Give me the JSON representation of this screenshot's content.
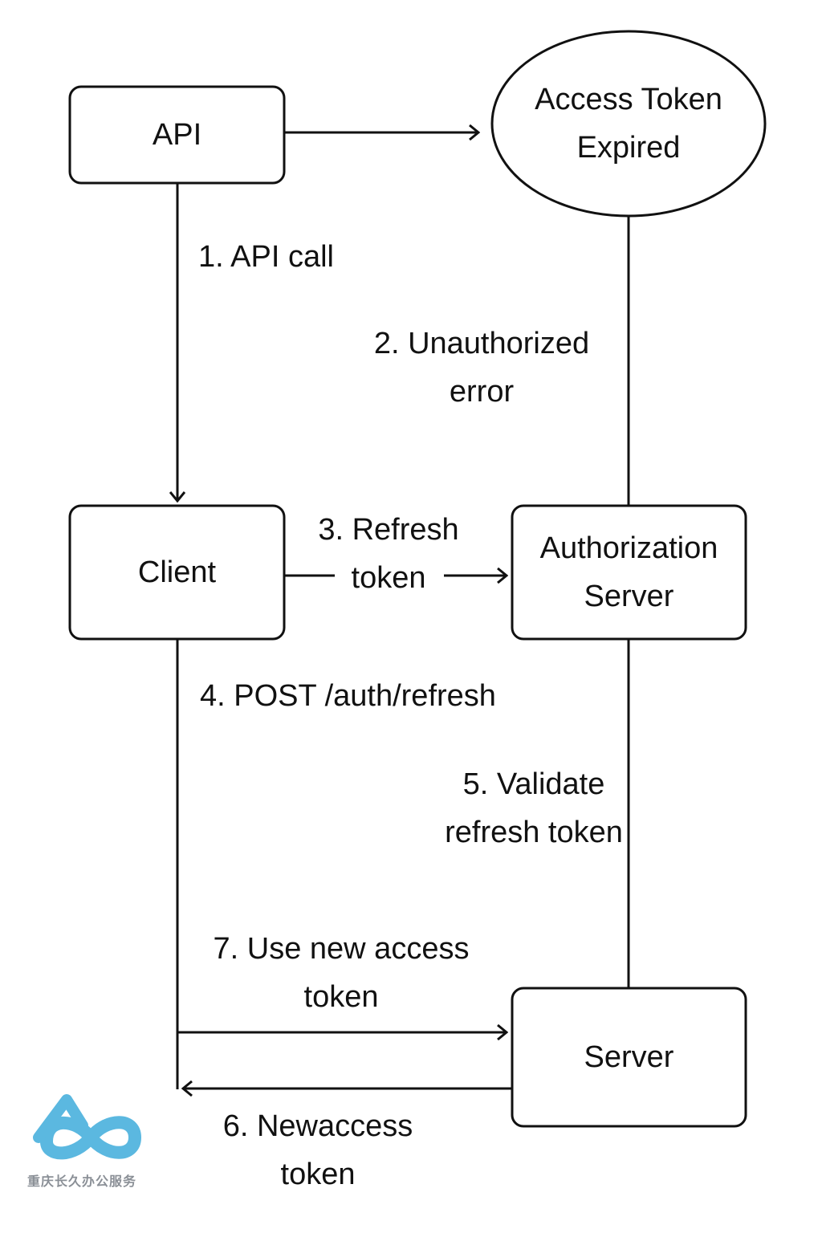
{
  "nodes": {
    "api": "API",
    "access_token_expired": "Access Token\nExpired",
    "client": "Client",
    "authorization_server": "Authorization\nServer",
    "server": "Server"
  },
  "edges": {
    "step1": "1. API call",
    "step2": "2. Unauthorized\nerror",
    "step3": "3. Refresh\ntoken",
    "step4": "4. POST /auth/refresh",
    "step5": "5. Validate\nrefresh token",
    "step6": "6. Newaccess\ntoken",
    "step7": "7. Use new access\ntoken"
  },
  "logo": {
    "text": "重庆长久办公服务",
    "color": "#5bb8e0"
  },
  "colors": {
    "stroke": "#111111",
    "background": "#ffffff"
  }
}
